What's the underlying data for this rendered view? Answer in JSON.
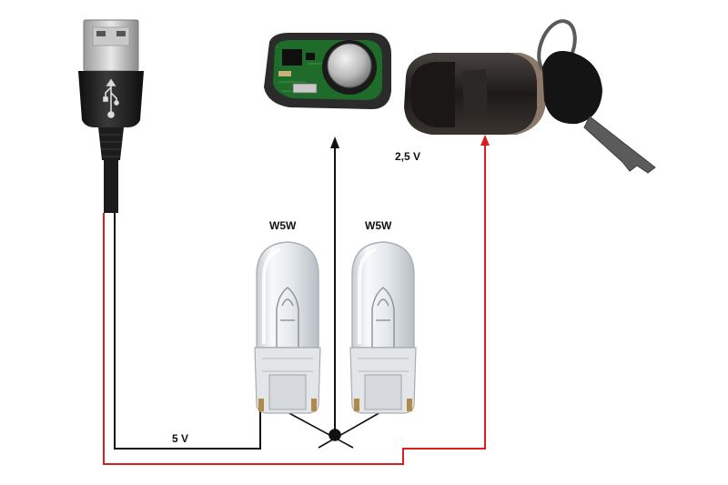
{
  "labels": {
    "bulb_left": "W5W",
    "bulb_right": "W5W",
    "voltage_supply": "5 V",
    "voltage_fob": "2,5 V"
  },
  "colors": {
    "positive_wire": "#d62020",
    "negative_wire": "#111111",
    "cable": "#1c1c1c",
    "pcb": "#1f6b2a",
    "key_fob": "#2a2522",
    "key_fob_trim": "#8a7868"
  },
  "icons": {
    "usb_plug": "usb-plug-icon",
    "usb_symbol": "usb-symbol-icon",
    "pcb": "circuit-board-icon",
    "coin_cell": "coin-cell-battery-icon",
    "key_fob": "car-key-fob-icon",
    "key": "key-icon",
    "bulb": "w5w-bulb-icon"
  }
}
